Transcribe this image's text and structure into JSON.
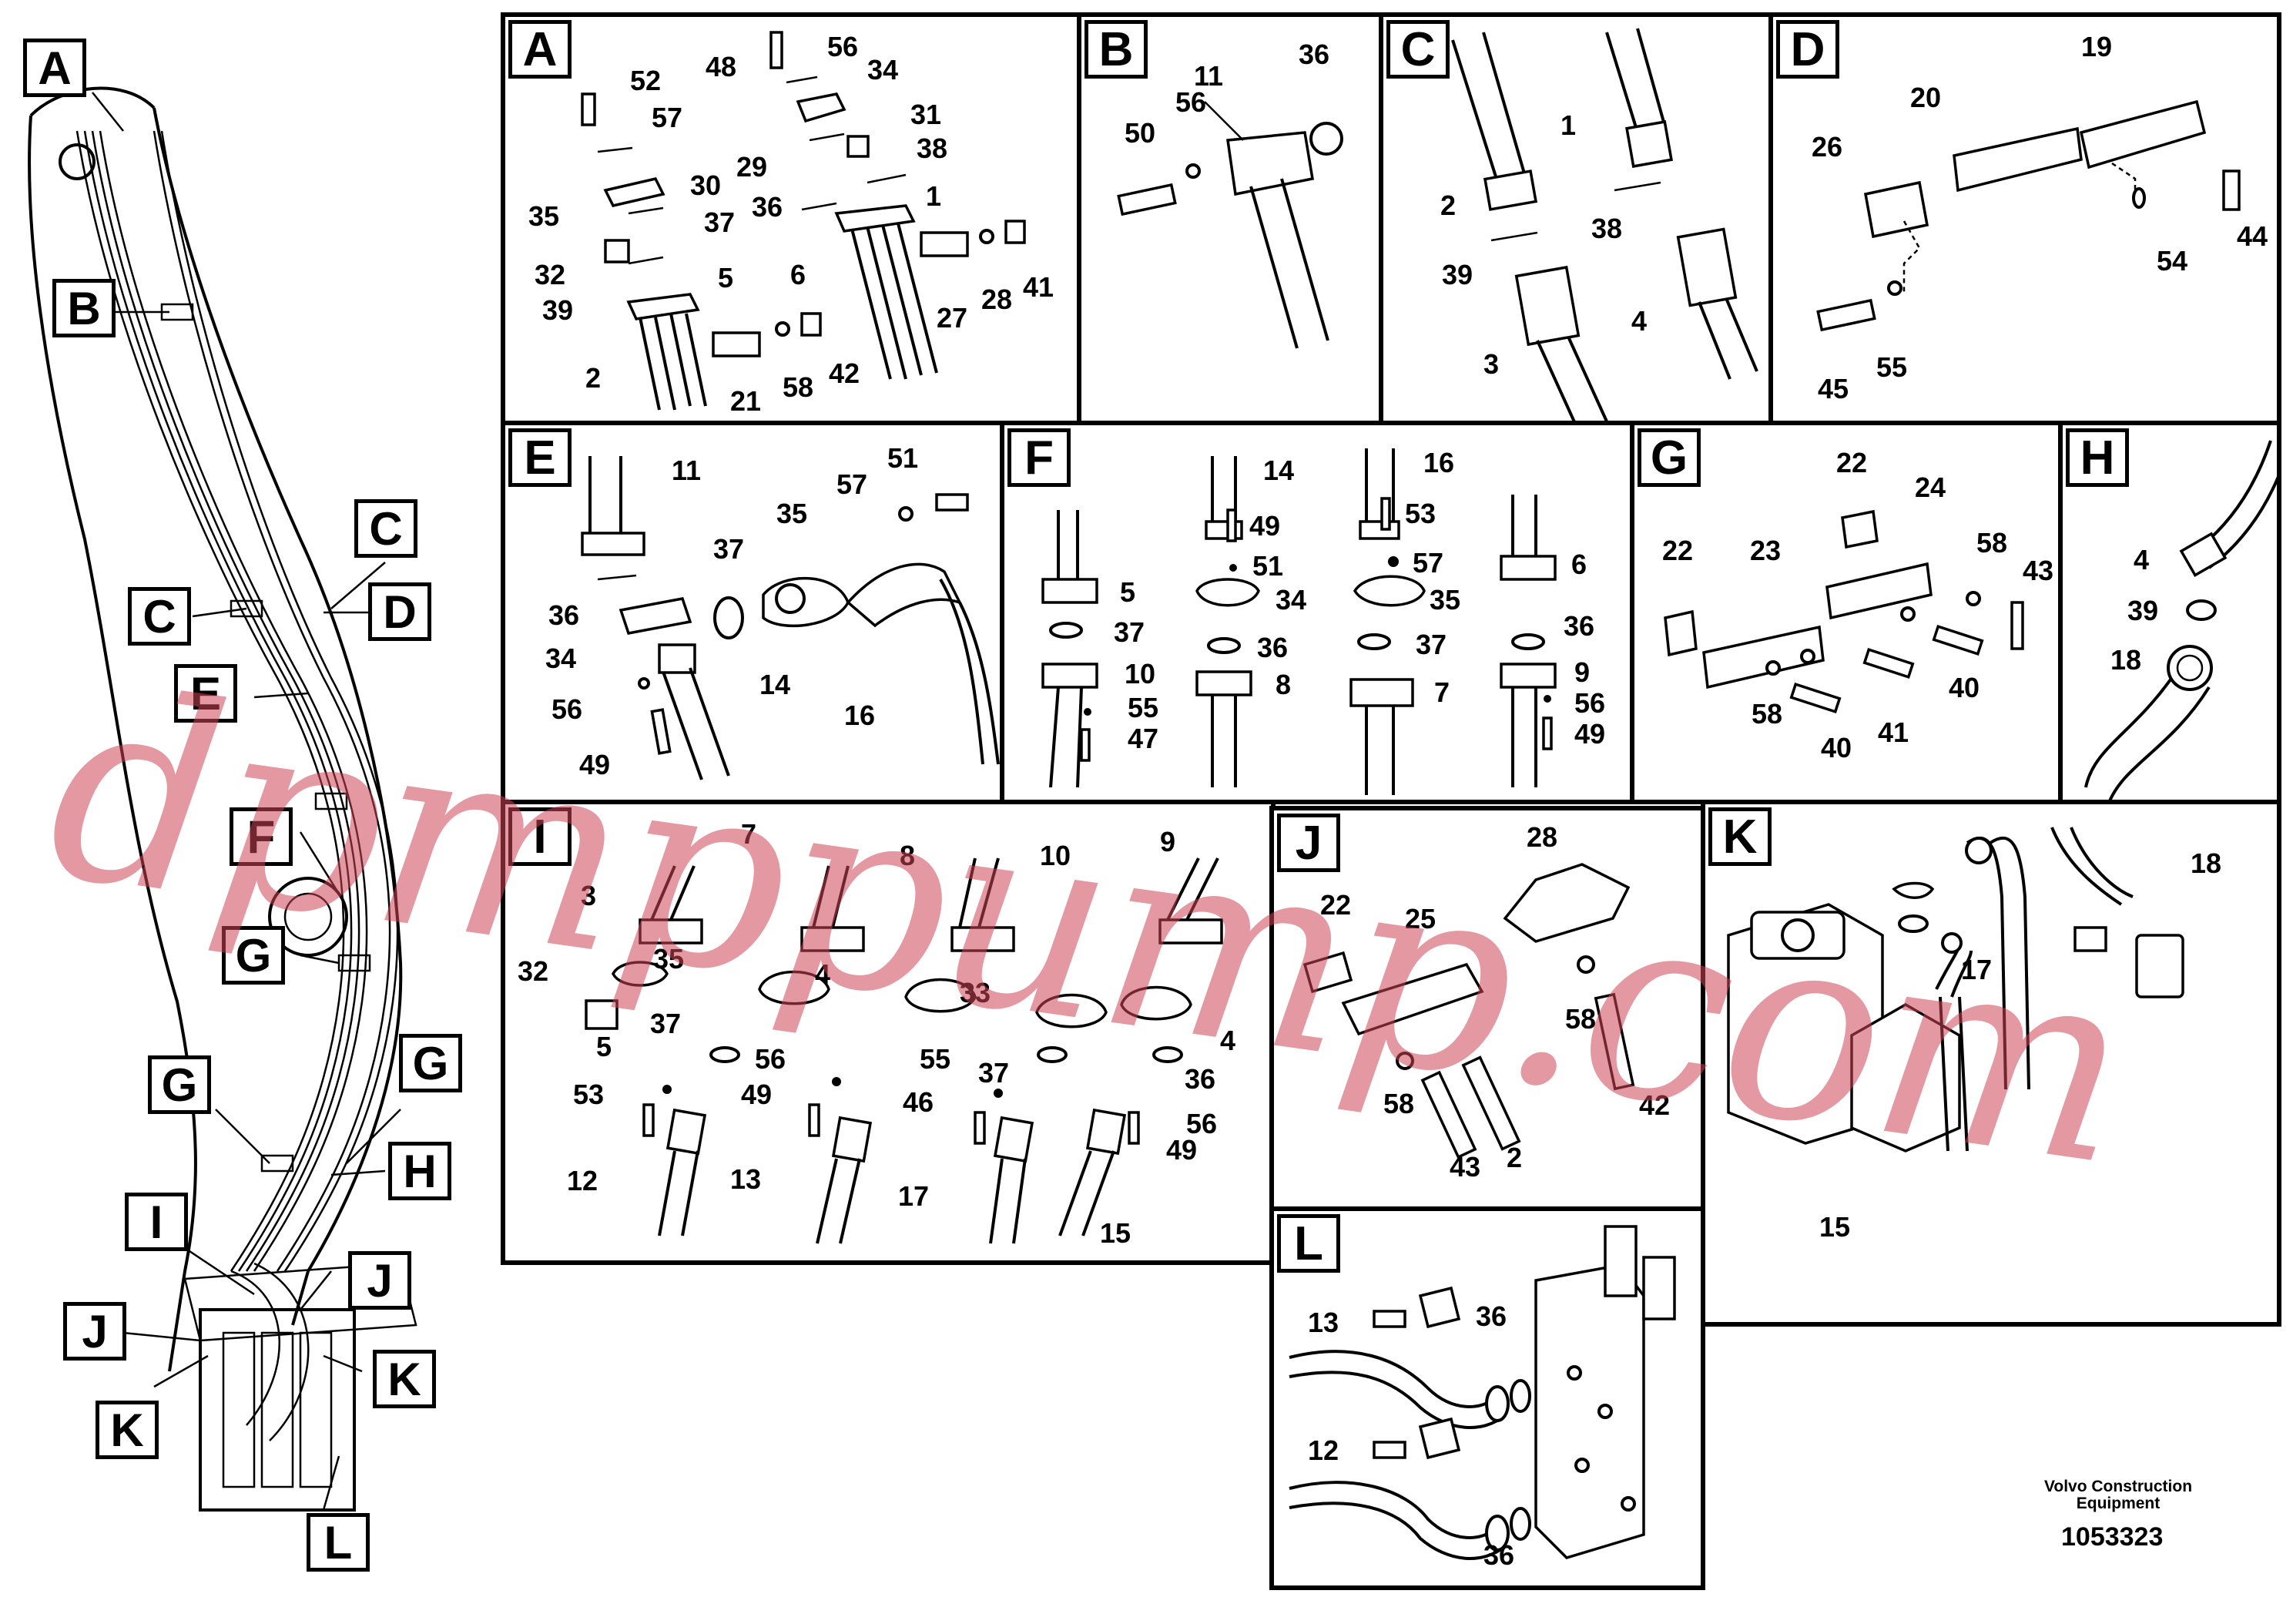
{
  "overview": {
    "tags": [
      "A",
      "B",
      "C",
      "C",
      "D",
      "E",
      "F",
      "G",
      "G",
      "G",
      "H",
      "I",
      "J",
      "J",
      "K",
      "K",
      "L"
    ]
  },
  "panels": {
    "A": {
      "title": "A",
      "labels": [
        "48",
        "56",
        "52",
        "34",
        "57",
        "31",
        "29",
        "38",
        "30",
        "35",
        "36",
        "1",
        "37",
        "32",
        "5",
        "6",
        "39",
        "27",
        "28",
        "41",
        "2",
        "21",
        "58",
        "42"
      ]
    },
    "B": {
      "title": "B",
      "labels": [
        "11",
        "36",
        "50",
        "56"
      ]
    },
    "C": {
      "title": "C",
      "labels": [
        "1",
        "2",
        "38",
        "39",
        "4",
        "3"
      ]
    },
    "D": {
      "title": "D",
      "labels": [
        "19",
        "20",
        "26",
        "44",
        "54",
        "45",
        "55"
      ]
    },
    "E": {
      "title": "E",
      "labels": [
        "11",
        "51",
        "57",
        "35",
        "37",
        "36",
        "34",
        "14",
        "56",
        "16",
        "49"
      ]
    },
    "F": {
      "title": "F",
      "labels": [
        "14",
        "16",
        "53",
        "49",
        "51",
        "57",
        "6",
        "5",
        "34",
        "35",
        "37",
        "36",
        "37",
        "36",
        "10",
        "8",
        "7",
        "9",
        "55",
        "56",
        "47",
        "49"
      ]
    },
    "G": {
      "title": "G",
      "labels": [
        "22",
        "24",
        "22",
        "23",
        "58",
        "43",
        "40",
        "58",
        "41",
        "40"
      ]
    },
    "H": {
      "title": "H",
      "labels": [
        "4",
        "39",
        "18"
      ]
    },
    "I": {
      "title": "I",
      "labels": [
        "7",
        "8",
        "10",
        "9",
        "3",
        "32",
        "35",
        "4",
        "33",
        "4",
        "5",
        "37",
        "56",
        "37",
        "36",
        "55",
        "53",
        "49",
        "46",
        "56",
        "49",
        "12",
        "13",
        "17",
        "15"
      ]
    },
    "J": {
      "title": "J",
      "labels": [
        "28",
        "22",
        "25",
        "58",
        "58",
        "42",
        "43",
        "2"
      ]
    },
    "K": {
      "title": "K",
      "labels": [
        "18",
        "17",
        "15"
      ]
    },
    "L": {
      "title": "L",
      "labels": [
        "13",
        "36",
        "12",
        "36"
      ]
    }
  },
  "watermark": "dpmppump.com",
  "footer": {
    "company": "Volvo Construction",
    "company2": "Equipment",
    "drawing_number": "1053323"
  }
}
